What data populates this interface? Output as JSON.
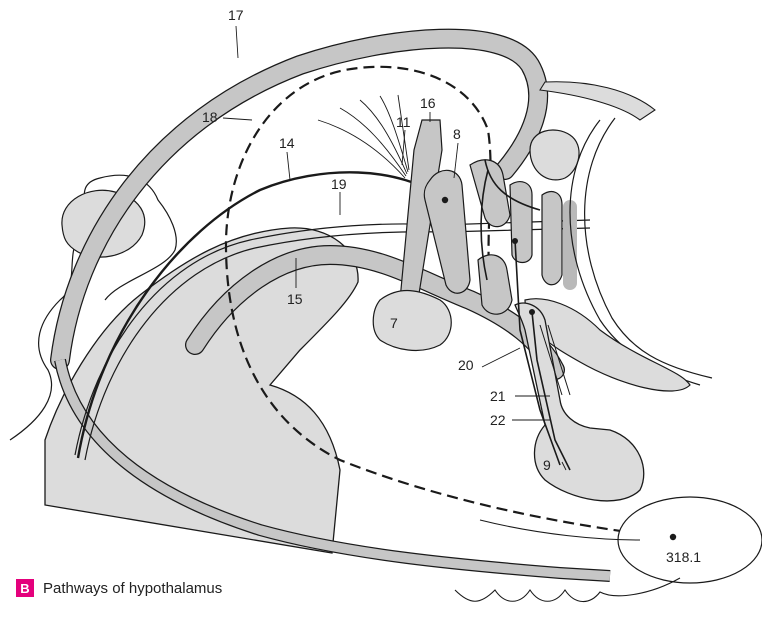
{
  "figure": {
    "caption_letter": "B",
    "caption_text": "Pathways of hypothalamus",
    "labels": [
      {
        "id": "17",
        "text": "17"
      },
      {
        "id": "18",
        "text": "18"
      },
      {
        "id": "16",
        "text": "16"
      },
      {
        "id": "11",
        "text": "11"
      },
      {
        "id": "8",
        "text": "8"
      },
      {
        "id": "14",
        "text": "14"
      },
      {
        "id": "19",
        "text": "19"
      },
      {
        "id": "15",
        "text": "15"
      },
      {
        "id": "7",
        "text": "7"
      },
      {
        "id": "20",
        "text": "20"
      },
      {
        "id": "21",
        "text": "21"
      },
      {
        "id": "22",
        "text": "22"
      },
      {
        "id": "9",
        "text": "9"
      },
      {
        "id": "318_1",
        "text": "318.1"
      }
    ]
  },
  "colors": {
    "structure_fill": "#dcdcdc",
    "structure_stroke": "#1a1a1a",
    "pathway_band": "#b9b9b9",
    "caption_accent": "#e4007c"
  }
}
